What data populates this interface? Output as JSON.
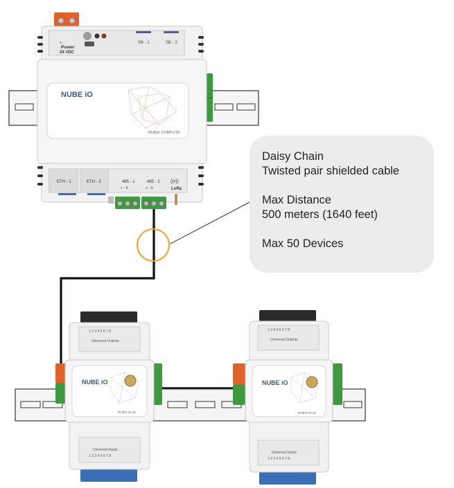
{
  "colors": {
    "enclosure": "#f2f2f2",
    "enclosure_edge": "#c8c8c8",
    "terminal_green": "#3f9a3f",
    "terminal_orange": "#e0622b",
    "terminal_blue": "#3a6fb8",
    "terminal_black": "#2b2b2b",
    "din_rail": "#f5f5f5",
    "cable": "#111111",
    "highlight_ring": "#f0a623",
    "callout_bg": "#ececec"
  },
  "callout": {
    "line1": "Daisy Chain",
    "line2": "Twisted pair shielded cable",
    "line3": "Max Distance",
    "line4": "500 meters (1640 feet)",
    "line5": "Max 50 Devices"
  },
  "controller": {
    "brand": "NUBE iO",
    "model": "RUBIX COMPUTE",
    "power_label": "Power",
    "power_voltage": "24 VDC",
    "power_polarity": "+   -",
    "sb1": "SB - 1",
    "sb2": "SB - 2",
    "eth1": "ETH - 1",
    "eth2": "ETH - 2",
    "rs485_1": "485 - 1",
    "rs485_2": "485 - 2",
    "rs485_pins": "+  -  S",
    "lora": "LoRa"
  },
  "io_module": {
    "brand": "NUBE iO",
    "model": "RUBIX iO 16",
    "outputs_label": "Universal Outputs",
    "inputs_label": "Universal Inputs",
    "pin_numbers": "1 2 3 4 5 6 7 8"
  }
}
